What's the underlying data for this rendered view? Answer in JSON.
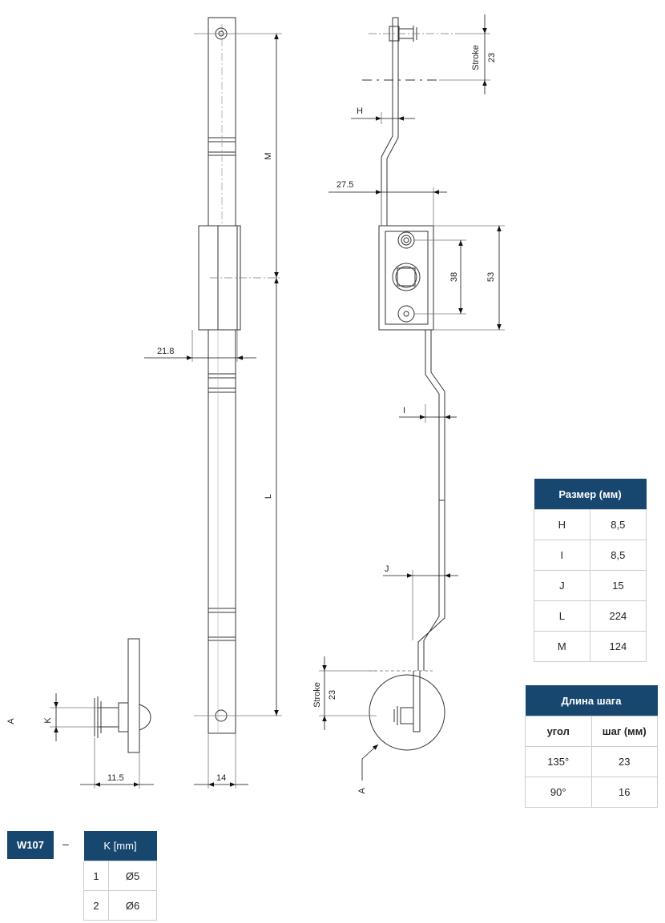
{
  "drawing": {
    "labels": {
      "stroke_top": "Stroke",
      "stroke_top_value": "23",
      "h": "H",
      "dim_27_5": "27.5",
      "dim_38": "38",
      "dim_53": "53",
      "i": "I",
      "j": "J",
      "stroke_bottom": "Stroke",
      "stroke_bottom_value": "23",
      "a_detail": "A",
      "m": "M",
      "l": "L",
      "dim_21_8": "21.8",
      "dim_14": "14",
      "a_side": "A",
      "k": "K",
      "dim_11_5": "11.5"
    }
  },
  "table_size": {
    "title": "Размер (мм)",
    "rows": [
      {
        "param": "H",
        "value": "8,5"
      },
      {
        "param": "I",
        "value": "8,5"
      },
      {
        "param": "J",
        "value": "15"
      },
      {
        "param": "L",
        "value": "224"
      },
      {
        "param": "M",
        "value": "124"
      }
    ]
  },
  "table_step": {
    "title": "Длина шага",
    "col_angle": "угол",
    "col_step": "шаг (мм)",
    "rows": [
      {
        "angle": "135°",
        "step": "23"
      },
      {
        "angle": "90°",
        "step": "16"
      }
    ]
  },
  "order_code": {
    "code": "W107",
    "dash": "–",
    "k_title": "K [mm]",
    "rows": [
      {
        "index": "1",
        "value": "Ø5"
      },
      {
        "index": "2",
        "value": "Ø6"
      }
    ]
  }
}
